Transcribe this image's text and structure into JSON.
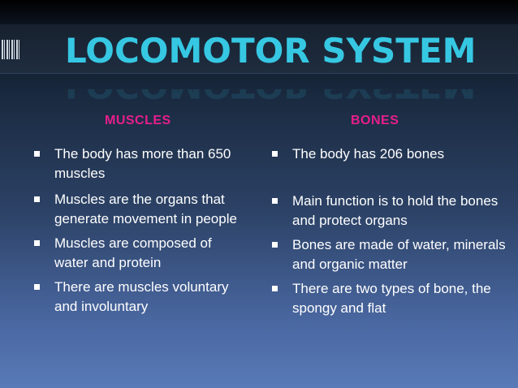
{
  "title": "LOCOMOTOR SYSTEM",
  "colors": {
    "title": "#36c8e3",
    "column_heading": "#e61e8c",
    "body_text": "#ffffff"
  },
  "columns": {
    "muscles": {
      "heading": "MUSCLES",
      "items": [
        "The body has more than 650 muscles",
        "Muscles are the organs that generate movement in people",
        "Muscles are composed of water and protein",
        "There are muscles voluntary and involuntary"
      ]
    },
    "bones": {
      "heading": "BONES",
      "items": [
        "The body has 206 bones",
        "Main function is to hold the bones and protect organs",
        "Bones are made of water, minerals and organic matter",
        "There are two types of bone, the spongy and flat"
      ]
    }
  },
  "icons": {
    "bullet": "square-bullet-icon",
    "decoration": "barcode-icon"
  }
}
